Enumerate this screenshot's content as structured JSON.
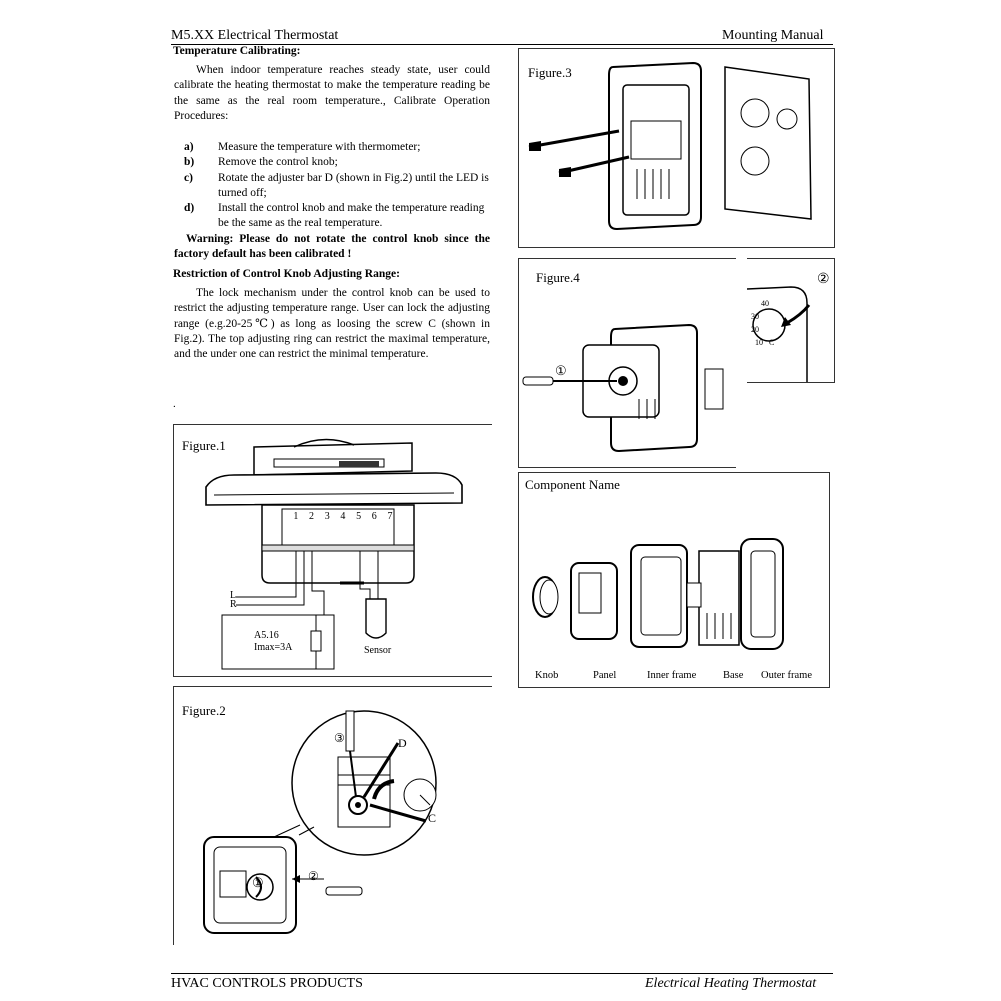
{
  "header": {
    "title": "M5.XX Electrical Thermostat",
    "section": "Mounting Manual"
  },
  "calibrating": {
    "title": "Temperature Calibrating:",
    "intro": "When indoor temperature reaches steady state, user could calibrate the heating thermostat to make the temperature reading be the same as the real room temperature., Calibrate Operation Procedures:",
    "steps": [
      {
        "label": "a)",
        "text": "Measure the temperature with thermometer;"
      },
      {
        "label": "b)",
        "text": "Remove the control knob;"
      },
      {
        "label": "c)",
        "text": "Rotate the adjuster bar D (shown in Fig.2) until the LED is turned off;"
      },
      {
        "label": "d)",
        "text": "Install the control knob and make the temperature reading be the same as the real temperature."
      }
    ],
    "warning": "Warning: Please do not rotate the control knob since the factory default has been calibrated !"
  },
  "restriction": {
    "title": "Restriction of Control Knob Adjusting Range:",
    "body": "The lock mechanism under the control knob can be used to restrict the adjusting temperature range. User can lock the adjusting range (e.g.20-25℃) as long as loosing the screw C (shown in Fig.2). The top adjusting ring can restrict the maximal temperature, and the under one can restrict the minimal temperature.",
    "dot": "."
  },
  "figure1": {
    "caption": "Figure.1",
    "terminals": [
      "1",
      "2",
      "3",
      "4",
      "5",
      "6",
      "7"
    ],
    "wire_l": "L",
    "wire_r": "R",
    "load_line1": "A5.16",
    "load_line2": "Imax=3A",
    "sensor": "Sensor"
  },
  "figure2": {
    "caption": "Figure.2",
    "label_d": "D",
    "label_c": "C",
    "step1": "①",
    "step2": "②",
    "step3": "③"
  },
  "figure3": {
    "caption": "Figure.3"
  },
  "figure4": {
    "caption": "Figure.4",
    "step1": "①",
    "step2": "②",
    "scale": [
      "40",
      "30",
      "20",
      "10",
      "C"
    ]
  },
  "components": {
    "caption": "Component  Name",
    "names": [
      "Knob",
      "Panel",
      "Inner frame",
      "Base",
      "Outer frame"
    ]
  },
  "footer": {
    "left": "HVAC CONTROLS PRODUCTS",
    "right": "Electrical Heating Thermostat"
  }
}
